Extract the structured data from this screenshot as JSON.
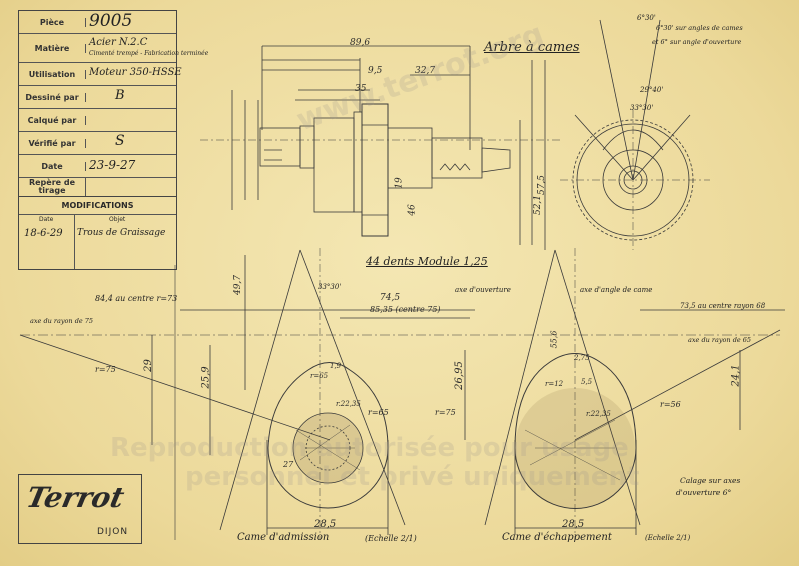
{
  "title_block": {
    "piece_label": "Pièce",
    "piece_value": "9005",
    "matiere_label": "Matière",
    "matiere_value": "Acier N.2.C",
    "matiere_note": "Cimenté trempé - Fabrication terminée",
    "utilisation_label": "Utilisation",
    "utilisation_value": "Moteur 350-HSSE",
    "dessine_label": "Dessiné par",
    "dessine_value": "B",
    "calque_label": "Calqué par",
    "calque_value": "",
    "verifie_label": "Vérifié par",
    "verifie_value": "S",
    "date_label": "Date",
    "date_value": "23-9-27",
    "reperes_label": "Repère de tirage",
    "modifications_label": "MODIFICATIONS",
    "mod_date_header": "Date",
    "mod_objet_header": "Objet",
    "mod_date_value": "18-6-29",
    "mod_objet_value": "Trous de Graissage"
  },
  "drawing": {
    "title": "Arbre à cames",
    "gear_note": "44 dents Module 1,25",
    "cam_admission_label": "Came d'admission",
    "cam_admission_scale": "(Echelle 2/1)",
    "cam_echappement_label": "Came d'échappement",
    "cam_echappement_scale": "(Echelle 2/1)",
    "axe_ouverture": "axe d'ouverture",
    "axe_angle_came": "axe d'angle de came",
    "axe_rayon_75": "axe du rayon de 75",
    "axe_rayon_65": "axe du rayon de 65",
    "centre_73": "84,4 au centre r=73",
    "centre_68": "73,5 au centre rayon 68",
    "calage_note_1": "Calage sur axes",
    "calage_note_2": "d'ouverture 6°",
    "top_right_note_1": "6°30' sur angles de cames",
    "top_right_note_2": "et 6° sur angle d'ouverture",
    "angle_2940": "29°40'",
    "angle_3330": "33°30'",
    "angle_3330_b": "33°30'",
    "angle_630": "6°30'",
    "dims": {
      "d_89_6": "89,6",
      "d_32_7": "32,7",
      "d_35": "35",
      "d_9_5": "9,5",
      "d_74_5": "74,5",
      "d_85_35": "85,35 (centre 75)",
      "d_49_7": "49,7",
      "d_29": "29",
      "d_25_9": "25,9",
      "d_26_95": "26,95",
      "d_24_1": "24,1",
      "d_28_5_a": "28,5",
      "d_28_5_b": "28,5",
      "d_55_6": "55,6",
      "d_52_1": "52,1",
      "d_57_5": "57,5",
      "d_46": "46",
      "d_19": "19",
      "r75": "r=75",
      "r65": "r=65",
      "r65b": "r=65",
      "r56": "r=56",
      "r35": "r.22,35",
      "r22": "r.22,35",
      "r75b": "r=75",
      "r12": "r=12",
      "d_27": "27",
      "d_2_75": "2,75",
      "d_1_9": "1,9",
      "d_5_5": "5,5"
    }
  },
  "logo": {
    "brand": "Terrot",
    "city": "DIJON"
  },
  "watermark": {
    "line1": "Reproduction autorisée pour usage",
    "line2": "personnel et privé uniquement",
    "site": "www.terrot.org"
  }
}
